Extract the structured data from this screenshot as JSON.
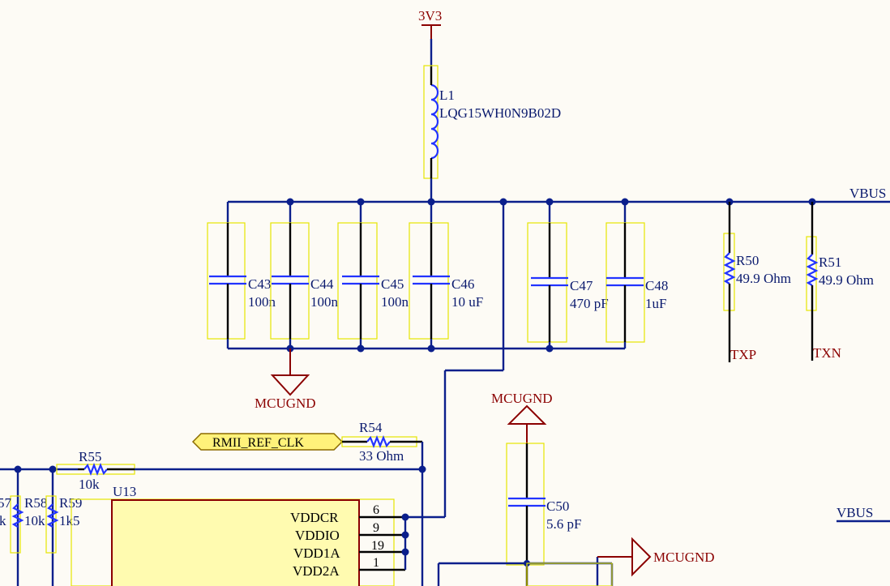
{
  "power": {
    "v3v3": "3V3",
    "vbus_top": "VBUS",
    "vbus_right": "VBUS",
    "gnd_caps": "MCUGND",
    "gnd_c50": "MCUGND",
    "gnd_right": "MCUGND"
  },
  "inductor": {
    "ref": "L1",
    "value": "LQG15WH0N9B02D"
  },
  "caps": [
    {
      "ref": "C43",
      "value": "100n"
    },
    {
      "ref": "C44",
      "value": "100n"
    },
    {
      "ref": "C45",
      "value": "100n"
    },
    {
      "ref": "C46",
      "value": "10 uF"
    },
    {
      "ref": "C47",
      "value": "470 pF"
    },
    {
      "ref": "C48",
      "value": "1uF"
    },
    {
      "ref": "C50",
      "value": "5.6 pF"
    }
  ],
  "resistors": [
    {
      "ref": "R50",
      "value": "49.9 Ohm",
      "net": "TXP"
    },
    {
      "ref": "R51",
      "value": "49.9 Ohm",
      "net": "TXN"
    },
    {
      "ref": "R54",
      "value": "33 Ohm"
    },
    {
      "ref": "R55",
      "value": "10k"
    },
    {
      "ref": "R58",
      "value": "10k"
    },
    {
      "ref": "R59",
      "value": "1k5"
    },
    {
      "ref_partial": "57",
      "value_partial": "k"
    }
  ],
  "port": {
    "label": "RMII_REF_CLK"
  },
  "ic": {
    "ref": "U13",
    "pins": [
      {
        "name": "VDDCR",
        "num": "6"
      },
      {
        "name": "VDDIO",
        "num": "9"
      },
      {
        "name": "VDD1A",
        "num": "19"
      },
      {
        "name": "VDD2A",
        "num": "1"
      }
    ]
  },
  "colors": {
    "wire": "#0b1f8c",
    "component": "#2233ff",
    "power": "#8b0000",
    "ic_fill": "#fffbb0",
    "selection": "#e6e600",
    "background": "#fdfbf5"
  }
}
